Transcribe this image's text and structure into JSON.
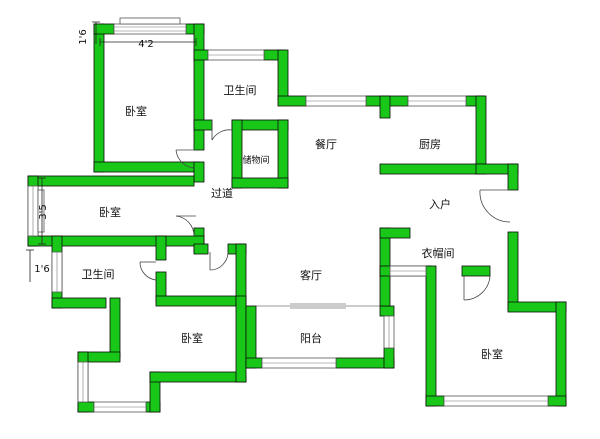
{
  "rooms": {
    "bedroom_top": "卧室",
    "bathroom_top": "卫生间",
    "storage": "储物间",
    "dining": "餐厅",
    "kitchen": "厨房",
    "corridor": "过道",
    "bedroom_left": "卧室",
    "entry": "入户",
    "cloakroom": "衣帽间",
    "bathroom_left": "卫生间",
    "living": "客厅",
    "bedroom_bottom": "卧室",
    "balcony": "阳台",
    "bedroom_right": "卧室"
  },
  "dimensions": {
    "top_width": "4'2",
    "top_offset": "1'6",
    "left_height": "3'5",
    "left_offset": "1'6"
  },
  "colors": {
    "wall": "#19c719",
    "wall_outline": "#0a0a0a",
    "window": "#ffffff",
    "background": "#ffffff"
  }
}
